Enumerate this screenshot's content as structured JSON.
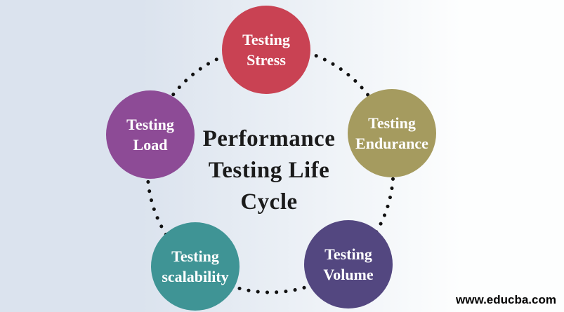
{
  "page": {
    "title_lines": [
      "Performance",
      "Testing Life",
      "Cycle"
    ],
    "title_color": "#1b1b1b",
    "background_left": "#dbe3ee",
    "background_right": "#fdfefe",
    "dot_color": "#111111",
    "node_text_color": "#ffffff",
    "watermark": "www.educba.com",
    "watermark_color": "#000000"
  },
  "nodes": [
    {
      "id": "testing-stress",
      "line1": "Testing",
      "line2": "Stress",
      "color": "#c94253"
    },
    {
      "id": "testing-endurance",
      "line1": "Testing",
      "line2": "Endurance",
      "color": "#a59b5f"
    },
    {
      "id": "testing-volume",
      "line1": "Testing",
      "line2": "Volume",
      "color": "#534780"
    },
    {
      "id": "testing-scalability",
      "line1": "Testing",
      "line2": "scalability",
      "color": "#3f9495"
    },
    {
      "id": "testing-load",
      "line1": "Testing",
      "line2": "Load",
      "color": "#8d4b96"
    }
  ]
}
